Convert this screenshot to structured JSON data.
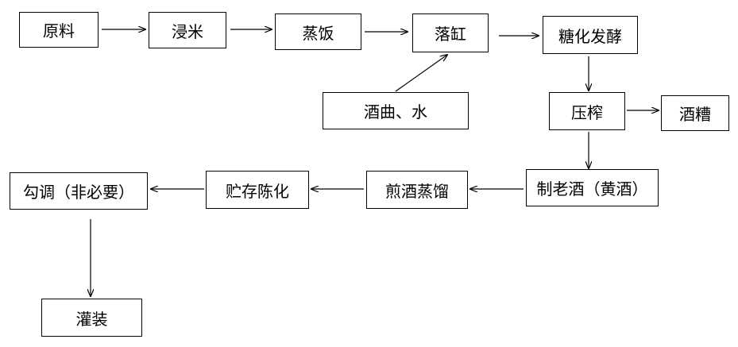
{
  "nodes": {
    "raw_material": "原料",
    "soak_rice": "浸米",
    "steam_rice": "蒸饭",
    "into_vat": "落缸",
    "saccharify_ferment": "糖化发酵",
    "qu_water": "酒曲、水",
    "press": "压榨",
    "lees": "酒糟",
    "make_aged_wine": "制老酒（黄酒）",
    "boil_distill": "煎酒蒸馏",
    "store_age": "贮存陈化",
    "blend": "勾调（非必要）",
    "bottle": "灌装"
  }
}
